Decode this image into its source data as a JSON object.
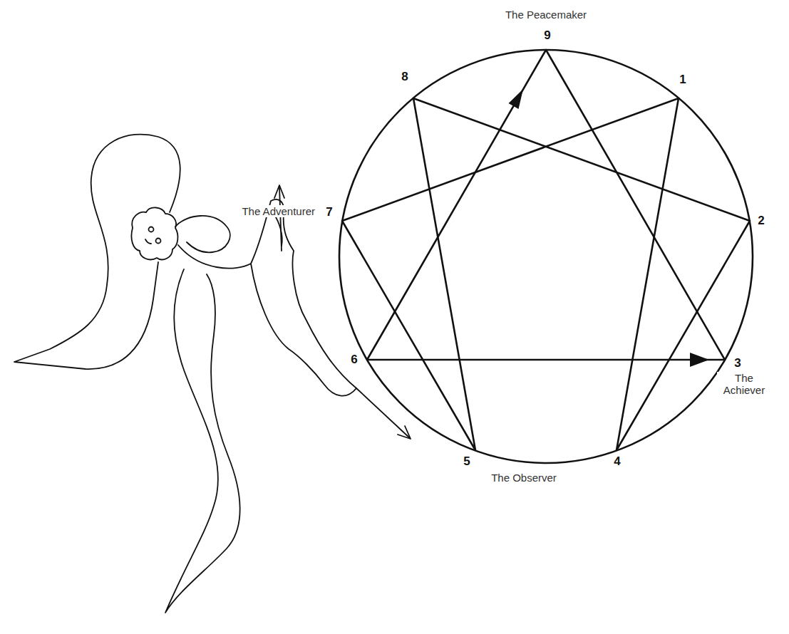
{
  "diagram": {
    "labels": [
      "The Peacemaker",
      "9",
      "8",
      "1",
      "The Adventurer",
      "7",
      "2",
      "6",
      "3",
      "The Achiever",
      "5",
      "4",
      "The Observer"
    ]
  }
}
